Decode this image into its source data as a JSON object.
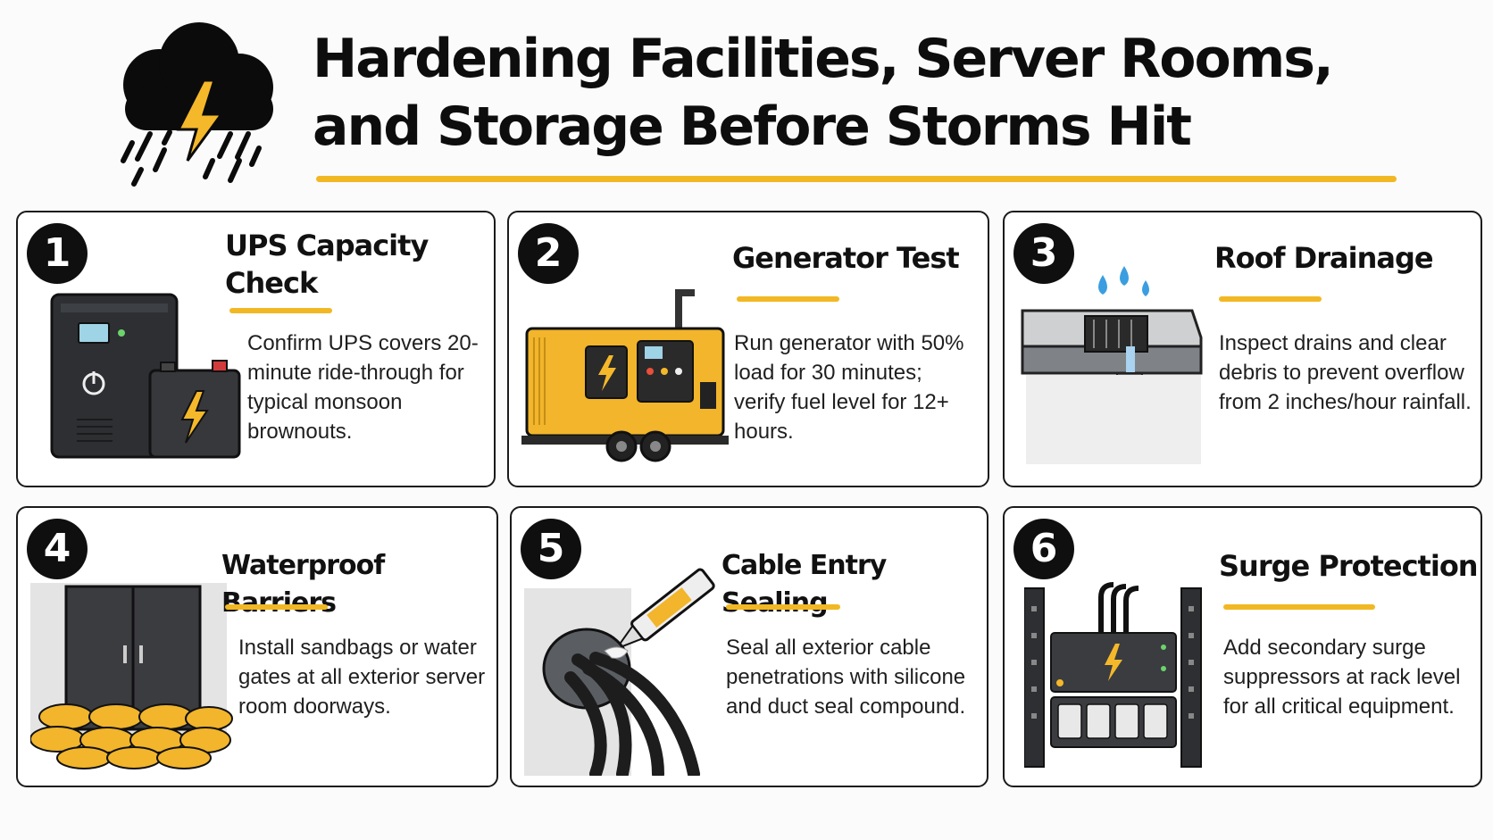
{
  "header": {
    "title_line1": "Hardening Facilities, Server Rooms,",
    "title_line2": "and Storage Before Storms Hit",
    "icon": "storm-cloud-lightning-icon"
  },
  "colors": {
    "accent": "#f2b824",
    "badge": "#0f0f0f",
    "border": "#1a1a1a"
  },
  "cards": [
    {
      "number": "1",
      "title": "UPS Capacity Check",
      "text": "Confirm UPS covers 20-minute ride-through for typical monsoon brownouts.",
      "icon": "ups-battery-icon"
    },
    {
      "number": "2",
      "title": "Generator Test",
      "text": "Run generator with 50% load for 30 minutes; verify fuel level for 12+ hours.",
      "icon": "generator-trailer-icon"
    },
    {
      "number": "3",
      "title": "Roof Drainage",
      "text": "Inspect drains and clear debris to prevent overflow from 2 inches/hour rainfall.",
      "icon": "roof-drain-icon"
    },
    {
      "number": "4",
      "title": "Waterproof Barriers",
      "text": "Install sandbags or water gates at all exterior server room doorways.",
      "icon": "sandbag-door-icon"
    },
    {
      "number": "5",
      "title": "Cable Entry Sealing",
      "text": "Seal all exterior cable penetrations with silicone and duct seal compound.",
      "icon": "cable-sealant-icon"
    },
    {
      "number": "6",
      "title": "Surge Protection",
      "text": "Add secondary surge suppressors at rack level for all critical equipment.",
      "icon": "rack-surge-protector-icon"
    }
  ]
}
